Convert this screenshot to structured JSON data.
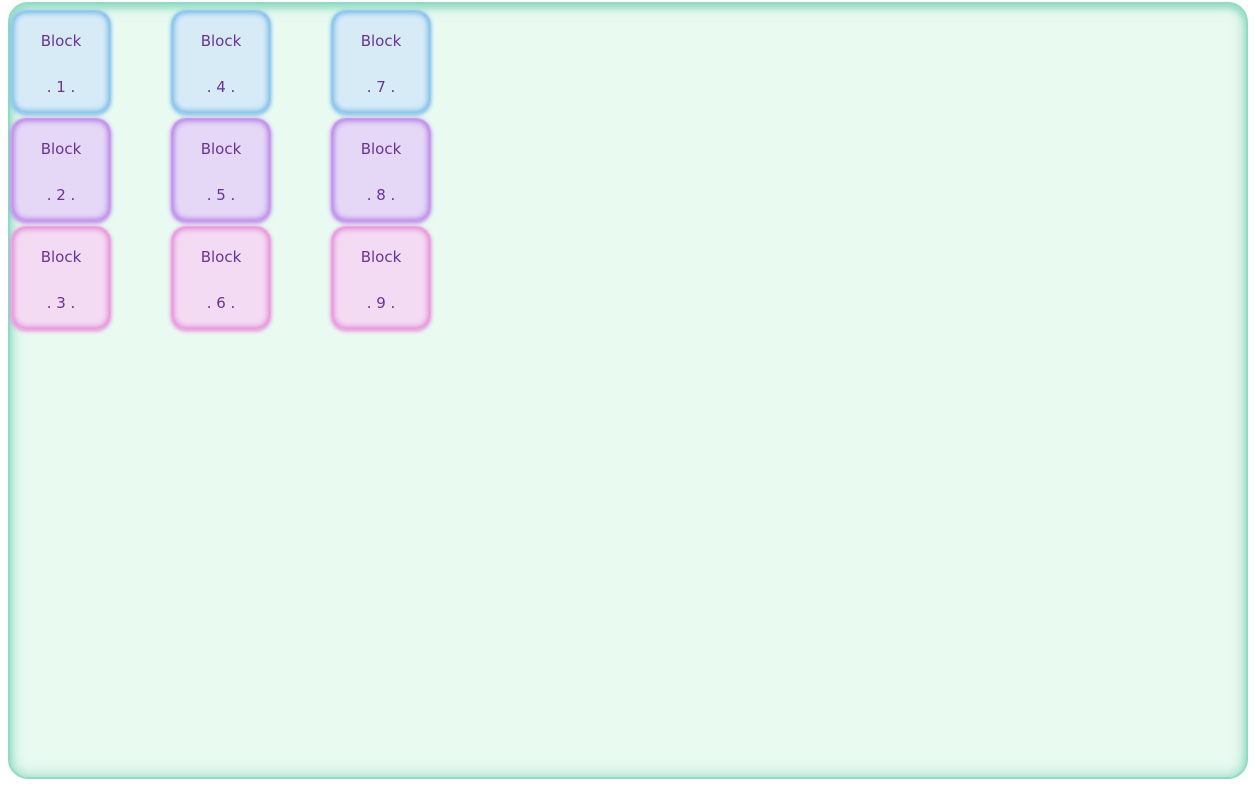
{
  "styles": {
    "css_vars": {
      "--page-bg": "#ffffff",
      "--container-bg": "#e9faf1",
      "--container-rim": "#8edcc6",
      "--container-glow": "rgba(120, 210, 180, 0.55)",
      "--text-purple": "#6732a0",
      "--blue-fill": "#d7ebf7",
      "--blue-rim": "#6fb6e6",
      "--blue-border": "#9ccdee",
      "--purple-fill": "#e5d8f6",
      "--purple-rim": "#b478e6",
      "--purple-border": "#c9a0ee",
      "--pink-fill": "#f3dbf3",
      "--pink-rim": "#e383d4",
      "--pink-border": "#eeaae2"
    }
  },
  "columns": [
    {
      "blocks": [
        {
          "title": "Block",
          "label": ". 1 .",
          "row_color": "blue"
        },
        {
          "title": "Block",
          "label": ". 2 .",
          "row_color": "purple"
        },
        {
          "title": "Block",
          "label": ". 3 .",
          "row_color": "pink"
        }
      ]
    },
    {
      "blocks": [
        {
          "title": "Block",
          "label": ". 4 .",
          "row_color": "blue"
        },
        {
          "title": "Block",
          "label": ". 5 .",
          "row_color": "purple"
        },
        {
          "title": "Block",
          "label": ". 6 .",
          "row_color": "pink"
        }
      ]
    },
    {
      "blocks": [
        {
          "title": "Block",
          "label": ". 7 .",
          "row_color": "blue"
        },
        {
          "title": "Block",
          "label": ". 8 .",
          "row_color": "purple"
        },
        {
          "title": "Block",
          "label": ". 9 .",
          "row_color": "pink"
        }
      ]
    }
  ]
}
